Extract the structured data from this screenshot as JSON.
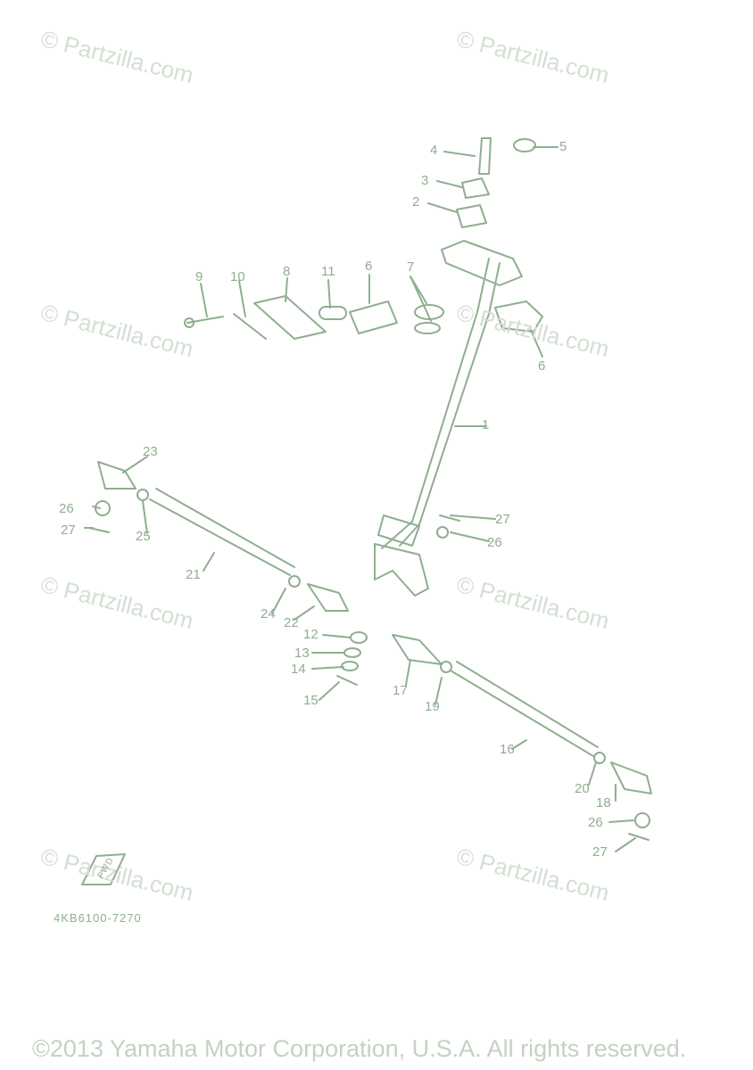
{
  "watermark": "© Partzilla.com",
  "callouts": [
    "1",
    "2",
    "3",
    "4",
    "5",
    "6",
    "6",
    "7",
    "8",
    "9",
    "10",
    "11",
    "12",
    "13",
    "14",
    "15",
    "16",
    "17",
    "18",
    "19",
    "20",
    "21",
    "22",
    "23",
    "24",
    "25",
    "26",
    "26",
    "26",
    "27",
    "27",
    "27"
  ],
  "diagram_code": "4KB6100-7270",
  "fwd_label": "FWD",
  "copyright": "©2013 Yamaha Motor Corporation, U.S.A. All rights reserved.",
  "colors": {
    "ink": "#8fae8f",
    "watermark": "#d3dfd3",
    "copyright": "#c3d2c3"
  }
}
